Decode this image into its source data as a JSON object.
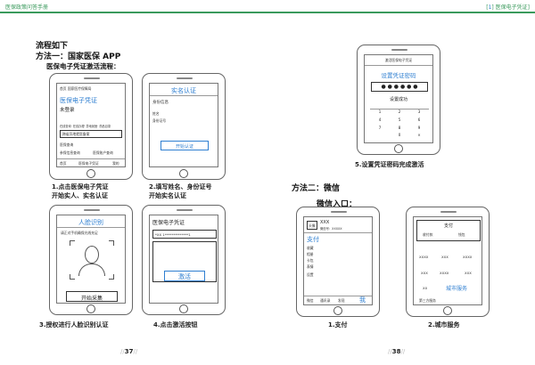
{
  "header": {
    "left": "医保政策问答手册",
    "right_prefix": "[",
    "right_num": "1",
    "right_suffix": "] 医保电子凭证]"
  },
  "left": {
    "title": "流程如下",
    "method": "方法一：国家医保 APP",
    "activation": "医保电子凭证激活流程：",
    "phone1": {
      "app": "国家医疗保障局",
      "app_pre": "首页",
      "title": "医保电子凭证",
      "status": "未登录",
      "info": "在线查询· 在线办理· 异地就医· 药品目录",
      "button": "跨省异地就医备案",
      "section": "医保查询",
      "items": [
        "参保信息查询",
        "医保账户查询"
      ],
      "tabs": [
        "首页",
        "医保电子凭证",
        "我的"
      ]
    },
    "phone2": {
      "title": "实名认证",
      "sub": "身份信息",
      "name": "姓名",
      "id": "身份证号",
      "button": "开始认证"
    },
    "phone3": {
      "title": "人脸识别",
      "tip": "请正对手机确保光线充足",
      "button": "开始采集"
    },
    "phone4": {
      "title": "医保电子凭证",
      "masked": "*XX 1**************1",
      "button": "激活"
    },
    "captions": [
      "1.点击医保电子凭证",
      "开始实人、实名认证",
      "2.填写姓名、身份证号",
      "开始实名认证",
      "3.授权进行人脸识别认证",
      "4.点击激活按钮"
    ],
    "page": "37"
  },
  "right": {
    "phone5": {
      "top": "激活医保电子凭证",
      "title": "设置凭证密码",
      "dots": "● ● ● ● ● ●",
      "done": "设置成功",
      "keys": [
        "1",
        "2",
        "3",
        "4",
        "5",
        "6",
        "7",
        "8",
        "9",
        "",
        "0",
        "×"
      ]
    },
    "cap5": "5.设置凭证密码完成激活",
    "method": "方法二：微信",
    "entry": "微信入口：",
    "phone6": {
      "avatar": "头像",
      "name": "XXX",
      "wx": "微信号：XXXXX",
      "pay": "支付",
      "items": [
        "收藏",
        "相册",
        "卡包",
        "表情",
        "设置"
      ],
      "tabs": [
        "微信",
        "通讯录",
        "发现",
        "我"
      ]
    },
    "phone7": {
      "title": "支付",
      "a": "收付款",
      "b": "钱包",
      "grid": [
        "XXXX",
        "XXX",
        "XXXX",
        "XXX",
        "XXXX",
        "XXX",
        "XX"
      ],
      "city": "城市服务",
      "third": "第三方服务"
    },
    "caps": [
      "1.支付",
      "2.城市服务"
    ],
    "page": "38"
  }
}
